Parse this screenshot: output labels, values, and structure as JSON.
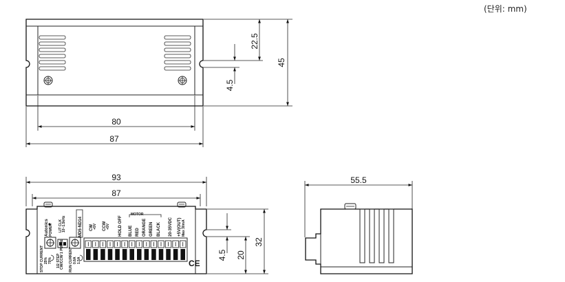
{
  "unit_label": "(단위: mm)",
  "top_view": {
    "dim_width_inner": "80",
    "dim_width_outer": "87",
    "dim_height_total": "45",
    "dim_height_upper": "22.5",
    "dim_slot": "4.5"
  },
  "front_view": {
    "dim_width_outer": "93",
    "dim_width_inner": "87",
    "dim_height_total": "32",
    "dim_height_inner": "20",
    "dim_slot": "4.5",
    "brand": "Autonics",
    "model": "MD5-ND14",
    "power": "POWER",
    "clk_label": "LIT CLK",
    "clk_sub": "10~1.5kHz",
    "stop_current": "STOP CURRENT",
    "stop_vals": [
      "25%",
      "70%"
    ],
    "run_current": "RUN CURRENT",
    "run_vals": [
      "0.8A",
      "1.5A"
    ],
    "phase_label": "1/2 STEP",
    "phase_sub": "CW/CCW 1 PULSE",
    "terminals": [
      "CW",
      "CCW",
      "HOLD OFF",
      "BLUE",
      "RED",
      "ORANGE",
      "GREEN",
      "BLACK",
      "20-35VDC",
      "+5V(OUT)"
    ],
    "terminal_subs": [
      "+5V",
      "+5V"
    ],
    "motor_label": "MOTOR",
    "out_sub": "Max 30mA",
    "ce_mark": "CE"
  },
  "side_view": {
    "dim_depth": "55.5"
  }
}
